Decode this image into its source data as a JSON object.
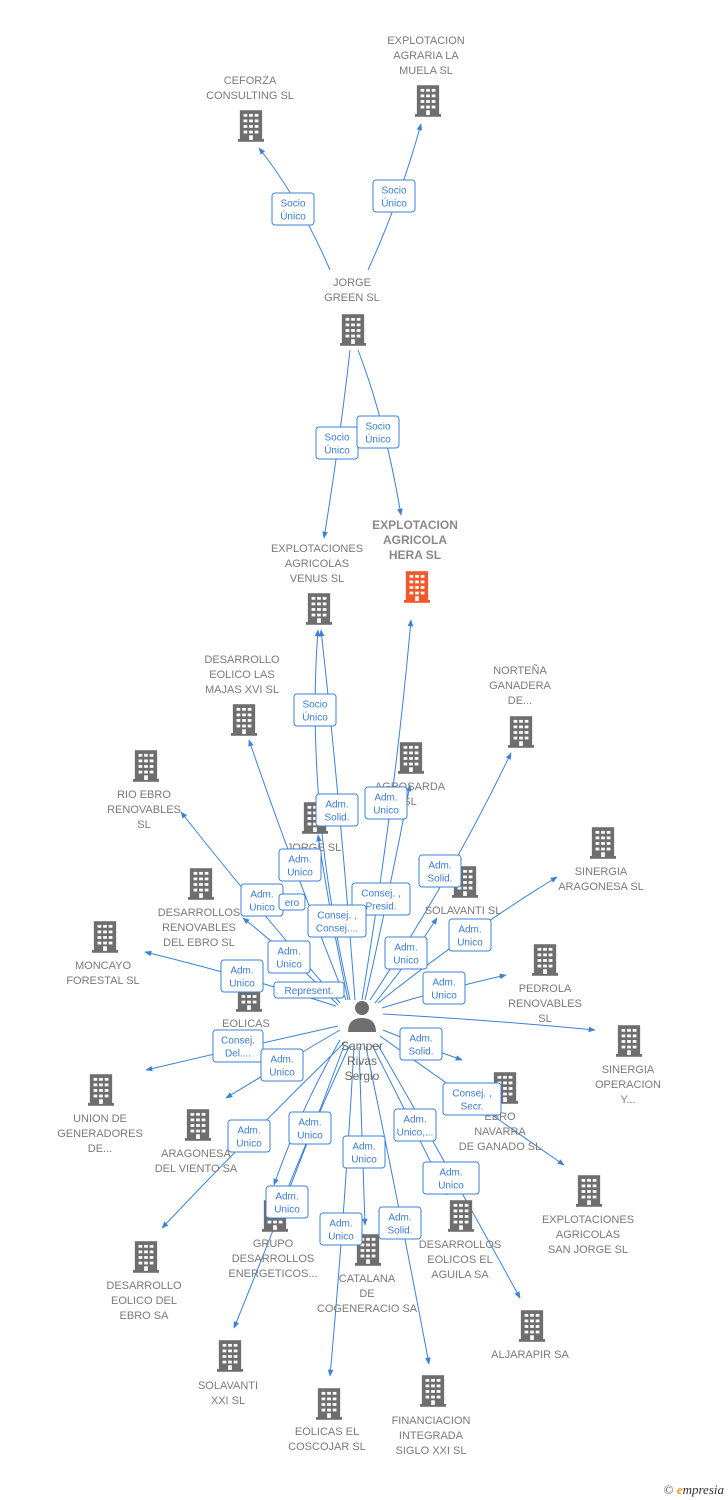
{
  "colors": {
    "edge": "#3b82d6",
    "building": "#6e6e6e",
    "focus_building": "#f4572a",
    "label": "#7a7a7a",
    "person": "#6e6e6e"
  },
  "person": {
    "name": [
      "Samper",
      "Rivas",
      "Sergio"
    ],
    "icon": "person-icon"
  },
  "nodes": [
    {
      "id": "ceforza",
      "lines": [
        "CEFORZA",
        "CONSULTING SL"
      ]
    },
    {
      "id": "agraria_muela",
      "lines": [
        "EXPLOTACION",
        "AGRARIA LA",
        "MUELA  SL"
      ]
    },
    {
      "id": "jorge_green",
      "lines": [
        "JORGE",
        "GREEN  SL"
      ]
    },
    {
      "id": "venus",
      "lines": [
        "EXPLOTACIONES",
        "AGRICOLAS",
        "VENUS  SL"
      ]
    },
    {
      "id": "hera",
      "lines": [
        "EXPLOTACION",
        "AGRICOLA",
        "HERA  SL"
      ],
      "focus": true
    },
    {
      "id": "majas",
      "lines": [
        "DESARROLLO",
        "EOLICO LAS",
        "MAJAS XVI  SL"
      ]
    },
    {
      "id": "nortena",
      "lines": [
        "NORTEÑA",
        "GANADERA",
        "DE..."
      ]
    },
    {
      "id": "agrosarda",
      "lines": [
        "AGROSARDA",
        "SL"
      ]
    },
    {
      "id": "rio_ebro",
      "lines": [
        "RIO EBRO",
        "RENOVABLES",
        "SL"
      ]
    },
    {
      "id": "jorge_sl",
      "lines": [
        "JORGE SL"
      ]
    },
    {
      "id": "sinergia_aragonesa",
      "lines": [
        "SINERGIA",
        "ARAGONESA SL"
      ]
    },
    {
      "id": "desarrollos_renovables",
      "lines": [
        "DESARROLLOS",
        "RENOVABLES",
        "DEL EBRO SL"
      ]
    },
    {
      "id": "solavanti_sl",
      "lines": [
        "SOLAVANTI SL"
      ]
    },
    {
      "id": "moncayo",
      "lines": [
        "MONCAYO",
        "FORESTAL  SL"
      ]
    },
    {
      "id": "pedrola",
      "lines": [
        "PEDROLA",
        "RENOVABLES",
        "SL"
      ]
    },
    {
      "id": "eolicas_de",
      "lines": [
        "EOLICAS",
        "DE"
      ]
    },
    {
      "id": "sinergia_operacion",
      "lines": [
        "SINERGIA",
        "OPERACION",
        "Y..."
      ]
    },
    {
      "id": "union_generadores",
      "lines": [
        "UNION DE",
        "GENERADORES",
        "DE..."
      ]
    },
    {
      "id": "ebro_navarra",
      "lines": [
        "EBRO",
        "NAVARRA",
        "DE GANADO SL"
      ]
    },
    {
      "id": "aragonesa_viento",
      "lines": [
        "ARAGONESA",
        "DEL VIENTO SA"
      ]
    },
    {
      "id": "san_jorge",
      "lines": [
        "EXPLOTACIONES",
        "AGRICOLAS",
        "SAN JORGE SL"
      ]
    },
    {
      "id": "grupo_desarrollos",
      "lines": [
        "GRUPO",
        "DESARROLLOS",
        "ENERGETICOS..."
      ]
    },
    {
      "id": "desarrollos_aguila",
      "lines": [
        "DESARROLLOS",
        "EOLICOS EL",
        "AGUILA SA"
      ]
    },
    {
      "id": "desarrollo_ebro",
      "lines": [
        "DESARROLLO",
        "EOLICO DEL",
        "EBRO SA"
      ]
    },
    {
      "id": "catalana",
      "lines": [
        "CATALANA",
        "DE",
        "COGENERACIO SA"
      ]
    },
    {
      "id": "aljarapir",
      "lines": [
        "ALJARAPIR SA"
      ]
    },
    {
      "id": "solavanti_xxi",
      "lines": [
        "SOLAVANTI",
        "XXI SL"
      ]
    },
    {
      "id": "coscojar",
      "lines": [
        "EOLICAS EL",
        "COSCOJAR  SL"
      ]
    },
    {
      "id": "financiacion",
      "lines": [
        "FINANCIACION",
        "INTEGRADA",
        "SIGLO XXI  SL"
      ]
    }
  ],
  "edge_labels": [
    {
      "lines": [
        "Socio",
        "Único"
      ]
    },
    {
      "lines": [
        "Socio",
        "Único"
      ]
    },
    {
      "lines": [
        "Socio",
        "Único"
      ]
    },
    {
      "lines": [
        "Socio",
        "Único"
      ]
    },
    {
      "lines": [
        "Socio",
        "Único"
      ]
    },
    {
      "lines": [
        "Adm.",
        "Solid."
      ]
    },
    {
      "lines": [
        "Adm.",
        "Unico"
      ]
    },
    {
      "lines": [
        "Adm.",
        "Unico"
      ]
    },
    {
      "lines": [
        "Adm.",
        "Solid."
      ]
    },
    {
      "lines": [
        "Adm.",
        "Unico"
      ]
    },
    {
      "lines": [
        "ero"
      ]
    },
    {
      "lines": [
        "Consej. ,",
        "Presid."
      ]
    },
    {
      "lines": [
        "Consej. ,",
        "Consej...."
      ]
    },
    {
      "lines": [
        "Adm.",
        "Unico"
      ]
    },
    {
      "lines": [
        "Adm.",
        "Unico"
      ]
    },
    {
      "lines": [
        "Adm.",
        "Unico"
      ]
    },
    {
      "lines": [
        "Adm.",
        "Unico"
      ]
    },
    {
      "lines": [
        "Represent."
      ]
    },
    {
      "lines": [
        "Adm.",
        "Unico"
      ]
    },
    {
      "lines": [
        "Consej.",
        "Del...."
      ]
    },
    {
      "lines": [
        "Adm.",
        "Unico"
      ]
    },
    {
      "lines": [
        "Adm.",
        "Solid."
      ]
    },
    {
      "lines": [
        "Consej. ,",
        "Secr."
      ]
    },
    {
      "lines": [
        "Adm.",
        "Unico"
      ]
    },
    {
      "lines": [
        "Adm.",
        "Unico"
      ]
    },
    {
      "lines": [
        "Adm.",
        "Unico"
      ]
    },
    {
      "lines": [
        "Adm.",
        "Unico,..."
      ]
    },
    {
      "lines": [
        "Adm.",
        "Unico"
      ]
    },
    {
      "lines": [
        "Adm.",
        "Unico"
      ]
    },
    {
      "lines": [
        "Adm.",
        "Solid."
      ]
    },
    {
      "lines": [
        "Adm.",
        "Unico"
      ]
    }
  ],
  "footer": {
    "copyright": "©",
    "brand_e": "e",
    "brand_rest": "mpresia"
  }
}
